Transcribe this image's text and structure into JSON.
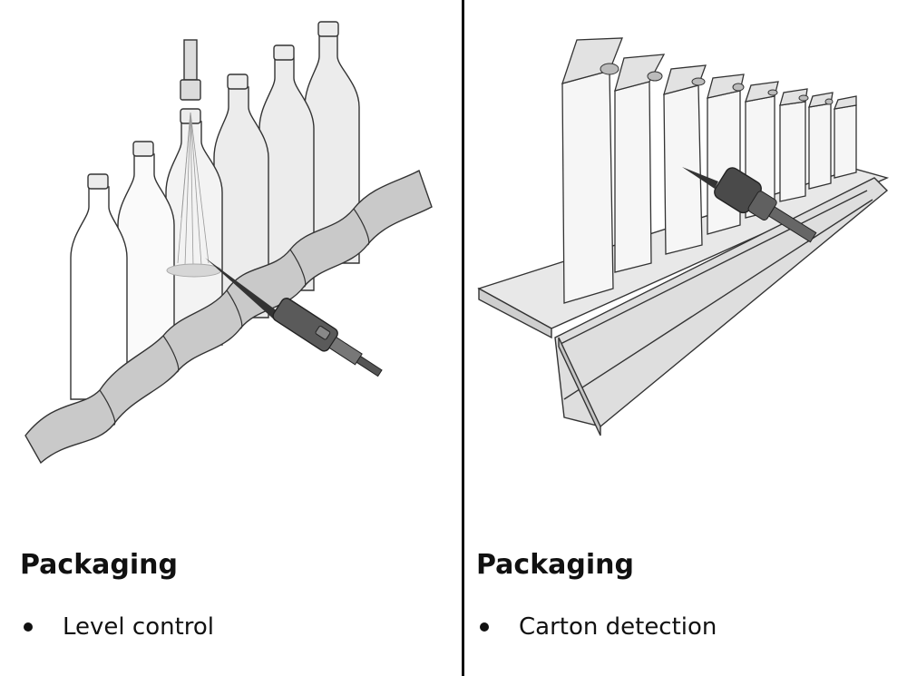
{
  "panels": [
    {
      "id": "left",
      "title": "Packaging",
      "bullet": "Level control",
      "illustration_icon": "bottle-filling-line-icon"
    },
    {
      "id": "right",
      "title": "Packaging",
      "bullet": "Carton detection",
      "illustration_icon": "carton-conveyor-icon"
    }
  ],
  "colors": {
    "line": "#333333",
    "bottle_fill": "#e9e9e9",
    "screw_fill": "#c8c8c8",
    "sensor_dark": "#555555",
    "carton_fill": "#f5f5f5",
    "rail_fill": "#e4e4e4",
    "rail_side": "#c9c9c9",
    "text": "#111111"
  }
}
